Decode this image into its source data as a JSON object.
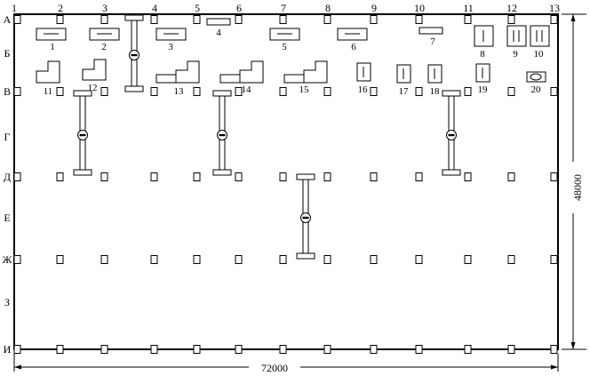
{
  "column_axes": [
    "1",
    "2",
    "3",
    "4",
    "5",
    "6",
    "7",
    "8",
    "9",
    "10",
    "11",
    "12",
    "13"
  ],
  "row_axes": [
    "А",
    "Б",
    "В",
    "Г",
    "Д",
    "Е",
    "Ж",
    "З",
    "И"
  ],
  "equipment_numbers": [
    "1",
    "2",
    "3",
    "4",
    "5",
    "6",
    "7",
    "8",
    "9",
    "10",
    "11",
    "12",
    "13",
    "14",
    "15",
    "16",
    "17",
    "18",
    "19",
    "20"
  ],
  "dimensions": {
    "width": "72000",
    "height": "48000"
  }
}
